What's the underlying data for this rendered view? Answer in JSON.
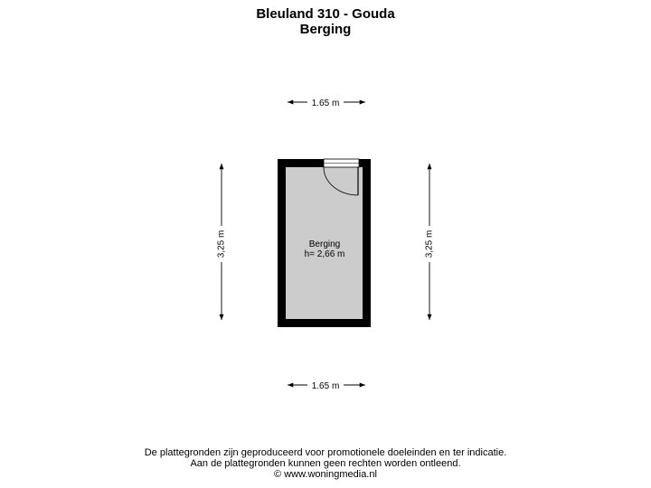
{
  "header": {
    "title": "Bleuland 310 - Gouda",
    "subtitle": "Berging"
  },
  "room": {
    "name": "Berging",
    "height": "h= 2,66 m"
  },
  "dimensions": {
    "top": "1.65 m",
    "bottom": "1.65 m",
    "left": "3,25 m",
    "right": "3,25 m"
  },
  "footer": {
    "line1": "De plattegronden zijn geproduceerd voor promotionele doeleinden en ter indicatie.",
    "line2": "Aan de plattegronden kunnen geen rechten worden ontleend.",
    "line3": "© www.woningmedia.nl"
  },
  "colors": {
    "floor": "#cccccc",
    "wall": "#000000"
  }
}
